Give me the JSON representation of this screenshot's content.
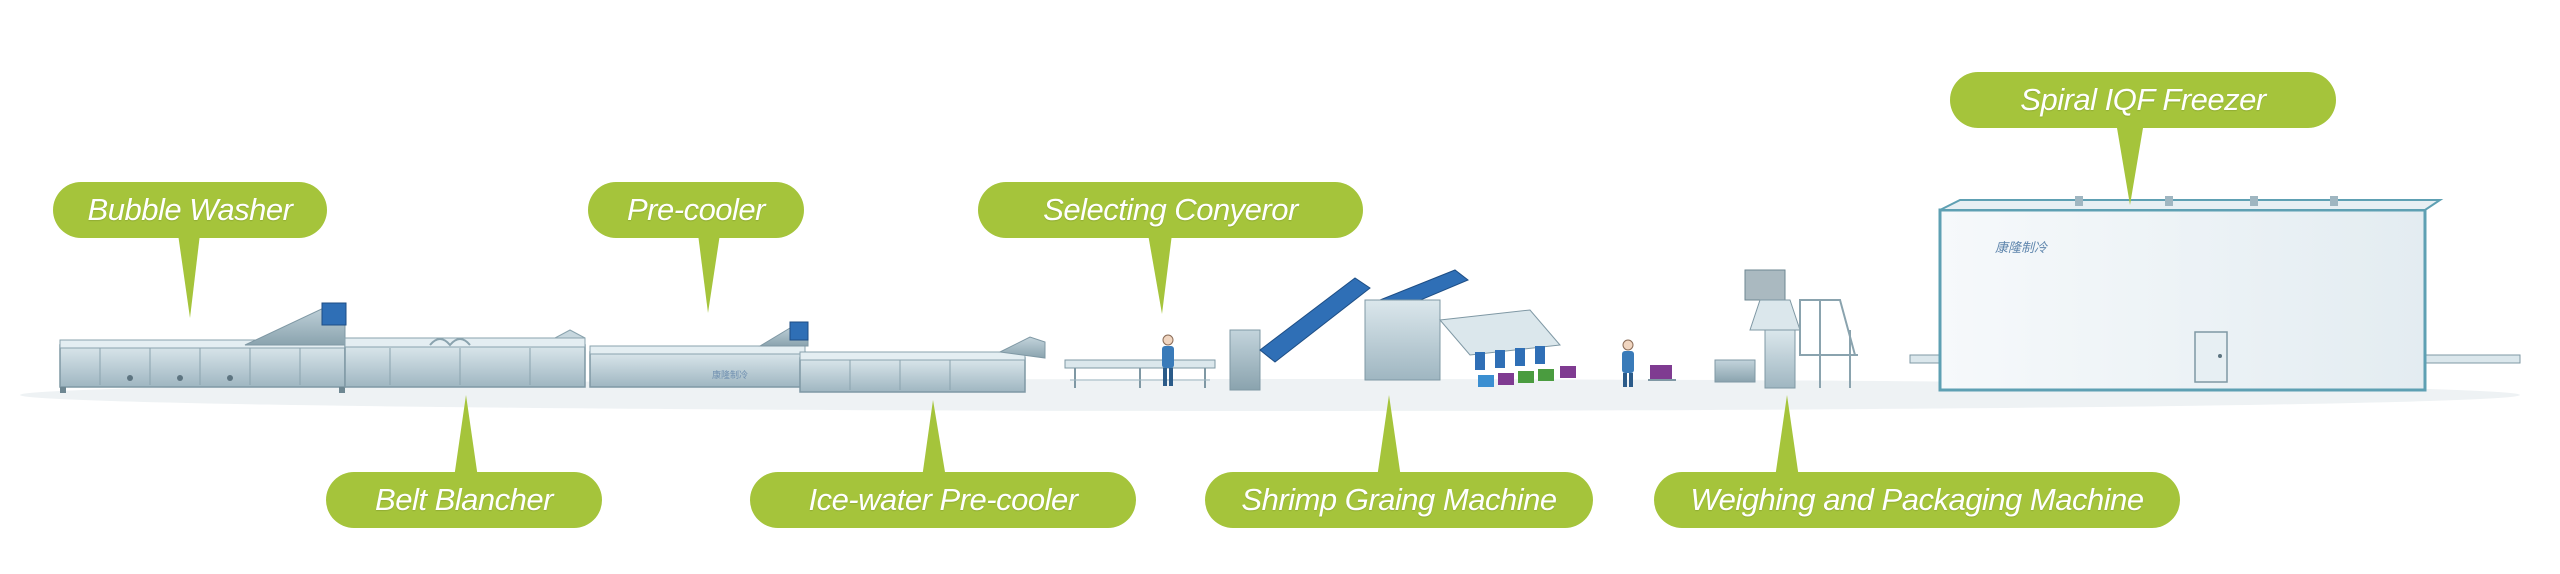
{
  "title": "Shrimp processing line",
  "colors": {
    "accent": "#a5c43b",
    "machine_steel": "#b9cdd6",
    "conveyor_blue": "#2f6fb6",
    "freezer_wall": "#eef3f6",
    "freezer_trim": "#5ea0b3"
  },
  "labels": {
    "bubble_washer": "Bubble Washer",
    "belt_blancher": "Belt Blancher",
    "pre_cooler": "Pre-cooler",
    "ice_water_pre_cooler": "Ice-water Pre-cooler",
    "selecting_conveyor": "Selecting Conyeror",
    "shrimp_grading_machine": "Shrimp Graing Machine",
    "weighing_packaging_machine": "Weighing and Packaging Machine",
    "spiral_iqf_freezer": "Spiral IQF Freezer"
  },
  "freezer_brand": "康隆制冷",
  "machine_brand": "康隆制冷"
}
